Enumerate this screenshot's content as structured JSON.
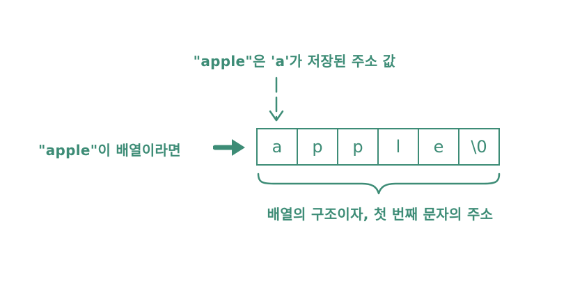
{
  "colors": {
    "ink": "#3d8c76",
    "background": "#ffffff"
  },
  "diagram": {
    "top_caption": "\"apple\"은 'a'가 저장된 주소 값",
    "left_caption": "\"apple\"이 배열이라면",
    "bottom_caption": "배열의 구조이자, 첫 번째 문자의 주소",
    "array_cells": [
      "a",
      "p",
      "p",
      "l",
      "e",
      "\\0"
    ]
  }
}
